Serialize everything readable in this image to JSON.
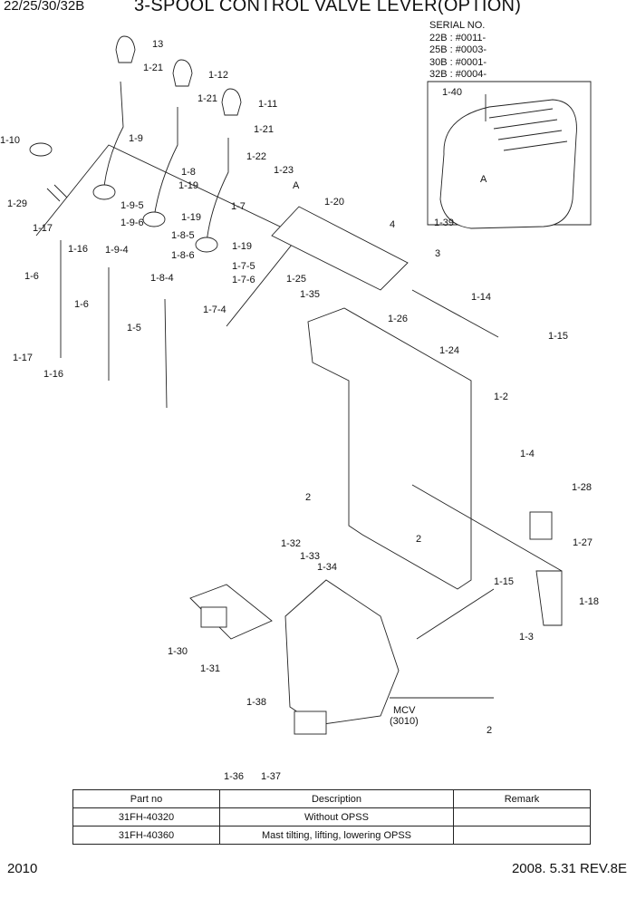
{
  "header": {
    "model": "22/25/30/32B",
    "title": "3-SPOOL CONTROL VALVE LEVER(OPTION)",
    "serial_heading": "SERIAL NO.",
    "serial_lines": [
      "22B : #0011-",
      "25B : #0003-",
      "30B : #0001-",
      "32B : #0004-"
    ]
  },
  "callouts": [
    "13",
    "1-21",
    "1-12",
    "1-21",
    "1-11",
    "1-21",
    "1-10",
    "1-9",
    "1-8",
    "1-22",
    "1-23",
    "A",
    "1-20",
    "1-29",
    "1-19",
    "1-9-5",
    "1-9-6",
    "1-19",
    "1-7",
    "1-17",
    "1-16",
    "1-9-4",
    "1-8-5",
    "1-8-6",
    "1-19",
    "1-7-5",
    "1-7-6",
    "1-8-4",
    "1-7-4",
    "1-6",
    "1-6",
    "1-5",
    "4",
    "3",
    "1-25",
    "1-35",
    "1-14",
    "1-26",
    "1-24",
    "1-15",
    "1-17",
    "1-16",
    "1-2",
    "1-4",
    "1-28",
    "2",
    "1-27",
    "2",
    "1-32",
    "1-33",
    "1-34",
    "1-15",
    "1-18",
    "1-30",
    "1-3",
    "1-31",
    "1-38",
    "2",
    "1-36",
    "1-37",
    "1-40",
    "A",
    "1-39"
  ],
  "valve_label": [
    "MCV",
    "(3010)"
  ],
  "parts_table": {
    "headers": [
      "Part no",
      "Description",
      "Remark"
    ],
    "rows": [
      [
        "31FH-40320",
        "Without OPSS",
        ""
      ],
      [
        "31FH-40360",
        "Mast tilting, lifting, lowering OPSS",
        ""
      ]
    ]
  },
  "footer": {
    "page": "2010",
    "date_rev": "2008. 5.31  REV.8E"
  }
}
